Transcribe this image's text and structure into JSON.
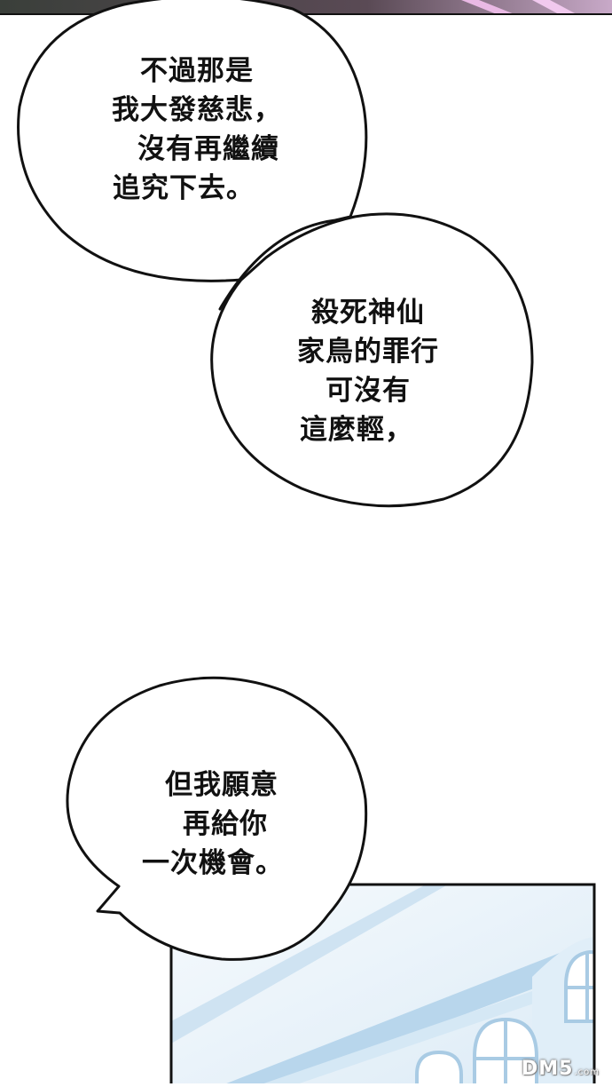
{
  "bubbles": [
    {
      "lines": [
        "不過那是",
        "我大發慈悲，",
        "沒有再繼續",
        "追究下去。"
      ]
    },
    {
      "lines": [
        "殺死神仙",
        "家鳥的罪行",
        "可沒有",
        "這麼輕，"
      ]
    },
    {
      "lines": [
        "但我願意",
        "再給你",
        "一次機會。"
      ]
    }
  ],
  "watermark": {
    "text": "DM5",
    "suffix": ".com"
  },
  "colors": {
    "background": "#ffffff",
    "ink": "#111111",
    "window_frame": "#b9d6ec",
    "window_bg": "#e4f0f8"
  }
}
